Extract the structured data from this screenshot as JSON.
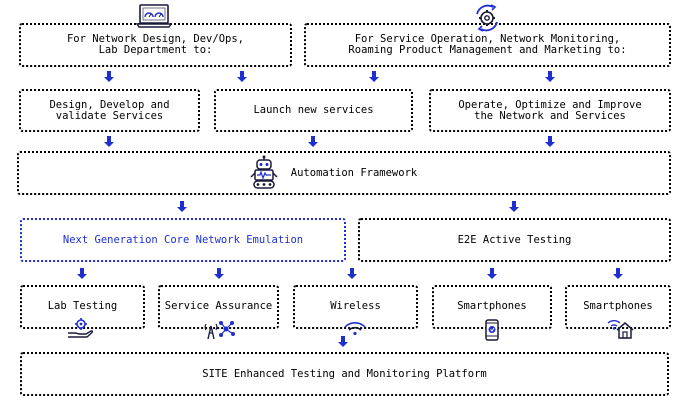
{
  "colors": {
    "arrow": "#1f2fcf",
    "accent_text": "#1f2fcf",
    "border": "#000000",
    "text": "#000000"
  },
  "top": {
    "left": "For Network Design, Dev/Ops,\nLab Department to:",
    "right": "For Service Operation, Network Monitoring,\nRoaming Product Management and Marketing to:"
  },
  "actions": {
    "design": "Design, Develop and\nvalidate Services",
    "launch": "Launch new services",
    "operate": "Operate, Optimize and Improve\nthe Network and Services"
  },
  "framework": {
    "label": "Automation Framework"
  },
  "engines": {
    "emulation": "Next Generation Core Network Emulation",
    "active": "E2E Active Testing"
  },
  "leaves": [
    {
      "label": "Lab Testing",
      "icon": "hand-gear-icon"
    },
    {
      "label": "Service Assurance",
      "icon": "antenna-network-icon"
    },
    {
      "label": "Wireless",
      "icon": "wifi-icon"
    },
    {
      "label": "Smartphones",
      "icon": "smartphone-icon"
    },
    {
      "label": "Smartphones",
      "icon": "home-wifi-icon"
    }
  ],
  "platform": {
    "label": "SITE Enhanced Testing and Monitoring Platform"
  },
  "icons": {
    "top_left": "laptop-dashboard-icon",
    "top_right": "gear-cycle-icon",
    "framework": "robot-icon"
  }
}
